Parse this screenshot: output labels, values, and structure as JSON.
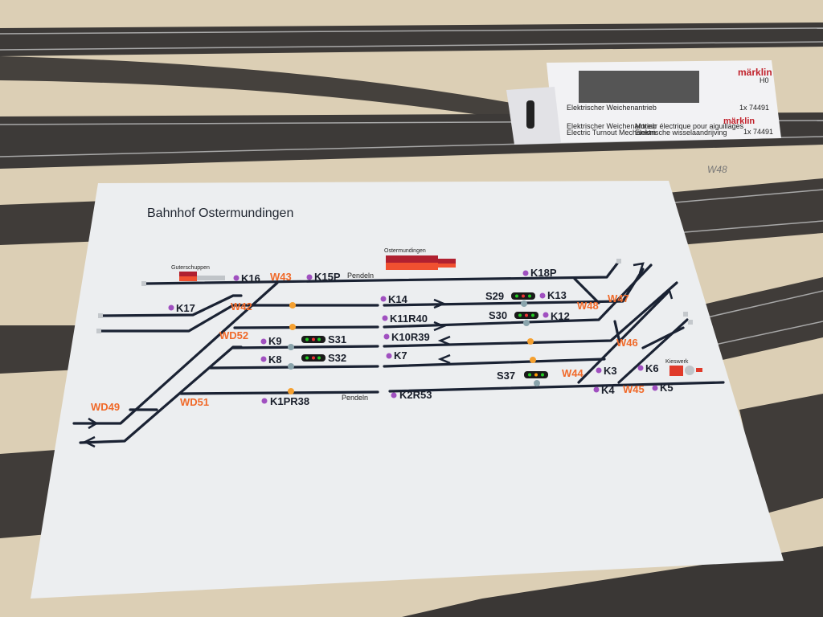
{
  "diagram": {
    "title": "Bahnhof Ostermundingen",
    "buildings": {
      "goods_shed": "Guterschuppen",
      "station": "Ostermundingen",
      "gravel": "Kieswerk"
    },
    "pendeln_top": "Pendeln",
    "pendeln_bottom": "Pendeln",
    "contacts": [
      "K16",
      "K15P",
      "K17",
      "K14",
      "K11R40",
      "K10R39",
      "K9",
      "K8",
      "K7",
      "K1PR38",
      "K2R53",
      "K18P",
      "K13",
      "K12",
      "K3",
      "K4",
      "K5",
      "K6"
    ],
    "switches": [
      "W43",
      "W42",
      "WD52",
      "WD49",
      "WD51",
      "W48",
      "W47",
      "W46",
      "W44",
      "W45"
    ],
    "signals": [
      "S31",
      "S32",
      "S29",
      "S30",
      "S37"
    ],
    "colors": {
      "track": "#1a2233",
      "switch_label": "#f06a2a",
      "contact": "#a050c0",
      "paper": "#eceef0"
    }
  },
  "box": {
    "brand": "märklin",
    "scale": "H0",
    "article": "1x 74491",
    "desc1": "Elektrischer Weichenantrieb",
    "desc2": "Moteur électrique pour aiguillages",
    "desc3": "Electric Turnout Mechanism",
    "desc4": "Elektrische wisselaandrijving"
  },
  "pencil_note": "W48"
}
